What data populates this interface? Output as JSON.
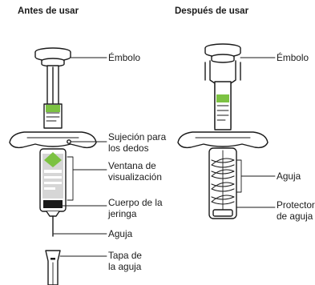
{
  "titles": {
    "before": "Antes de usar",
    "after": "Después de usar"
  },
  "labels_before": {
    "plunger": "Émbolo",
    "finger_grip_1": "Sujeción para",
    "finger_grip_2": "los dedos",
    "window_1": "Ventana de",
    "window_2": "visualización",
    "body_1": "Cuerpo de la",
    "body_2": "jeringa",
    "needle": "Aguja",
    "cap_1": "Tapa de",
    "cap_2": "la aguja"
  },
  "labels_after": {
    "plunger": "Émbolo",
    "needle": "Aguja",
    "guard_1": "Protector",
    "guard_2": "de aguja"
  },
  "colors": {
    "line": "#1a1a1a",
    "accent_green": "#7cc242",
    "panel_gray": "#d6d6d6"
  }
}
